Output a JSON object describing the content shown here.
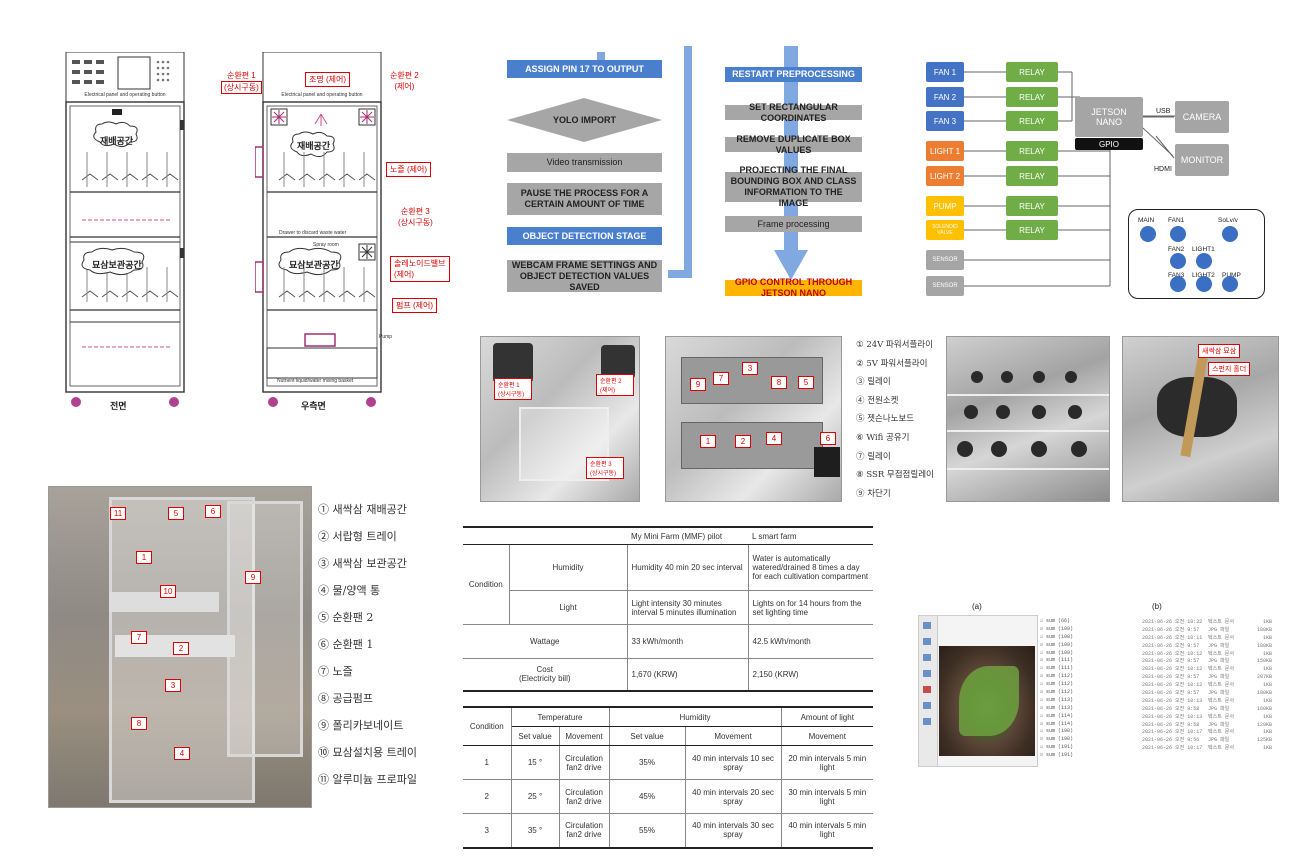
{
  "drawing_front": {
    "panel_label": "Electrical panel and operating button",
    "cultivation_space": "재배공간",
    "storage_space": "묘삼보관공간",
    "view_label": "전면"
  },
  "drawing_side": {
    "panel_label": "Electrical panel and operating button",
    "cultivation_space": "재배공간",
    "storage_space": "묘삼보관공간",
    "drawer_label": "Drawer to discard waste water",
    "spray_label": "Spray room",
    "mixing_label": "Nutrient liquid/water mixing basket",
    "view_label": "우측면",
    "tags": [
      {
        "text": "순환편 1",
        "sub": "(상시구동)"
      },
      {
        "text": "조명 (제어)"
      },
      {
        "text": "순환편 2",
        "sub": "(제어)"
      },
      {
        "text": "노즐 (제어)"
      },
      {
        "text": "순환편 3",
        "sub": "(상시구동)"
      },
      {
        "text": "솔레노이드밸브",
        "sub": "(제어)"
      },
      {
        "text": "펌프 (제어)"
      }
    ],
    "pump_label": "Pump"
  },
  "flowchart": {
    "left": [
      {
        "text": "ASSIGN PIN 17 TO OUTPUT",
        "style": "blue"
      },
      {
        "text": "YOLO IMPORT",
        "style": "diamond"
      },
      {
        "text": "Video transmission",
        "style": "gray"
      },
      {
        "text": "PAUSE THE PROCESS FOR A CERTAIN AMOUNT OF TIME",
        "style": "gray"
      },
      {
        "text": "OBJECT DETECTION STAGE",
        "style": "blue"
      },
      {
        "text": "WEBCAM FRAME SETTINGS AND OBJECT DETECTION VALUES SAVED",
        "style": "gray"
      }
    ],
    "right": [
      {
        "text": "RESTART PREPROCESSING",
        "style": "blue"
      },
      {
        "text": "SET RECTANGULAR COORDINATES",
        "style": "gray"
      },
      {
        "text": "REMOVE DUPLICATE BOX VALUES",
        "style": "gray"
      },
      {
        "text": "PROJECTING THE FINAL BOUNDING BOX AND CLASS INFORMATION TO THE IMAGE",
        "style": "gray"
      },
      {
        "text": "Frame processing",
        "style": "gray"
      },
      {
        "text": "GPIO CONTROL THROUGH JETSON NANO",
        "style": "orange"
      }
    ]
  },
  "block_diagram": {
    "devices": [
      "FAN 1",
      "FAN 2",
      "FAN 3",
      "LIGHT 1",
      "LIGHT 2",
      "PUMP",
      "SOLENOID VALVE",
      "SENSOR",
      "SENSOR"
    ],
    "relay_label": "RELAY",
    "jetson": "JETSON NANO",
    "gpio": "GPIO",
    "camera": "CAMERA",
    "monitor": "MONITOR",
    "usb": "USB",
    "hdmi": "HDMI",
    "buttons": [
      "MAIN",
      "FAN1",
      "SoLv/v",
      "FAN2",
      "LIGHT1",
      "FAN3",
      "LIGHT2",
      "PUMP"
    ]
  },
  "photo_tags": {
    "photo1": [
      "순환편 1 (상시구동)",
      "순환편 2 (제어)",
      "순환편 3 (상시구동)"
    ],
    "photo2_numbers": [
      "1",
      "2",
      "3",
      "4",
      "5",
      "6",
      "7",
      "8",
      "9"
    ],
    "photo4": [
      "새싹삼 묘삼",
      "스펀지 홀더"
    ]
  },
  "legend_top": [
    "① 24V 파워서플라이",
    "② 5V 파워서플라이",
    "③ 릴레이",
    "④ 전원소켓",
    "⑤ 젯슨나노보드",
    "⑥ Wifi 공유기",
    "⑦ 릴레이",
    "⑧ SSR 무접점릴레이",
    "⑨ 차단기"
  ],
  "photo_main_numbers": [
    "11",
    "5",
    "6",
    "1",
    "9",
    "10",
    "7",
    "2",
    "3",
    "8",
    "4"
  ],
  "legend_bottom": [
    "① 새싹삼 재배공간",
    "② 서랍형 트레이",
    "③ 새싹삼 보관공간",
    "④ 물/양액 통",
    "⑤ 순환팬 2",
    "⑥ 순환팬 1",
    "⑦ 노즐",
    "⑧ 공급펌프",
    "⑨ 폴리카보네이트",
    "⑩ 묘삼설치용 트레이",
    "⑪ 알루미늄 프로파일"
  ],
  "table1": {
    "headers": [
      "",
      "",
      "My Mini Farm (MMF) pilot",
      "L smart farm"
    ],
    "condition_label": "Condition",
    "rows": [
      {
        "label": "Humidity",
        "mmf": "Humidity 40 min 20 sec interval",
        "lsf": "Water is automatically watered/drained 8 times a day for each cultivation compartment"
      },
      {
        "label": "Light",
        "mmf": "Light intensity 30 minutes interval 5 minutes illumination",
        "lsf": "Lights on for 14 hours from the set lighting time"
      },
      {
        "label": "Wattage",
        "mmf": "33 kWh/month",
        "lsf": "42.5 kWh/month"
      },
      {
        "label": "Cost\n(Electricity bill)",
        "mmf": "1,670 (KRW)",
        "lsf": "2,150 (KRW)"
      }
    ]
  },
  "table2": {
    "groups": [
      "Condition",
      "Temperature",
      "Humidity",
      "Amount of light"
    ],
    "sub": [
      "Set value",
      "Movement",
      "Set value",
      "Movement",
      "Movement"
    ],
    "rows": [
      {
        "cond": "1",
        "temp": "15 °",
        "tmove": "Circulation fan2 drive",
        "hum": "35%",
        "hmove": "40 min intervals 10 sec spray",
        "light": "20 min intervals 5 min light"
      },
      {
        "cond": "2",
        "temp": "25 °",
        "tmove": "Circulation fan2 drive",
        "hum": "45%",
        "hmove": "40 min intervals 20 sec spray",
        "light": "30 min intervals 5 min light"
      },
      {
        "cond": "3",
        "temp": "35 °",
        "tmove": "Circulation fan2 drive",
        "hum": "55%",
        "hmove": "40 min intervals 30 sec spray",
        "light": "40 min intervals 5 min light"
      }
    ]
  },
  "panel_labels": {
    "a": "(a)",
    "b": "(b)"
  },
  "file_list_a": [
    "sum (66)",
    "sum (109)",
    "sum (108)",
    "sum (109)",
    "sum (109)",
    "sum (111)",
    "sum (111)",
    "sum (112)",
    "sum (112)",
    "sum (112)",
    "sum (113)",
    "sum (113)",
    "sum (114)",
    "sum (114)",
    "sum (190)",
    "sum (190)",
    "sum (191)",
    "sum (191)"
  ],
  "file_list_b": [
    [
      "2021-06-26 오전 10:22",
      "텍스트 문서",
      "1KB"
    ],
    [
      "2021-06-26 오전 9:57",
      "JPG 파일",
      "180KB"
    ],
    [
      "2021-06-26 오전 10:11",
      "텍스트 문서",
      "1KB"
    ],
    [
      "2021-06-26 오전 9:57",
      "JPG 파일",
      "180KB"
    ],
    [
      "2021-06-26 오전 10:12",
      "텍스트 문서",
      "1KB"
    ],
    [
      "2021-06-26 오전 9:57",
      "JPG 파일",
      "150KB"
    ],
    [
      "2021-06-26 오전 10:12",
      "텍스트 문서",
      "1KB"
    ],
    [
      "2021-06-26 오전 9:57",
      "JPG 파일",
      "207KB"
    ],
    [
      "2021-06-26 오전 10:12",
      "텍스트 문서",
      "1KB"
    ],
    [
      "2021-06-26 오전 9:57",
      "JPG 파일",
      "180KB"
    ],
    [
      "2021-06-26 오전 10:13",
      "텍스트 문서",
      "1KB"
    ],
    [
      "2021-06-26 오전 9:58",
      "JPG 파일",
      "160KB"
    ],
    [
      "2021-06-26 오전 10:13",
      "텍스트 문서",
      "1KB"
    ],
    [
      "2021-06-26 오전 9:58",
      "JPG 파일",
      "129KB"
    ],
    [
      "2021-06-26 오전 10:17",
      "텍스트 문서",
      "1KB"
    ],
    [
      "2021-06-26 오전 9:56",
      "JPG 파일",
      "125KB"
    ],
    [
      "2021-06-26 오전 10:17",
      "텍스트 문서",
      "1KB"
    ]
  ],
  "colors": {
    "blue": "#4a7fce",
    "gray": "#a6a6a6",
    "orange": "#ffb400",
    "arrow": "#7fa9e0",
    "red": "#dd0000"
  }
}
